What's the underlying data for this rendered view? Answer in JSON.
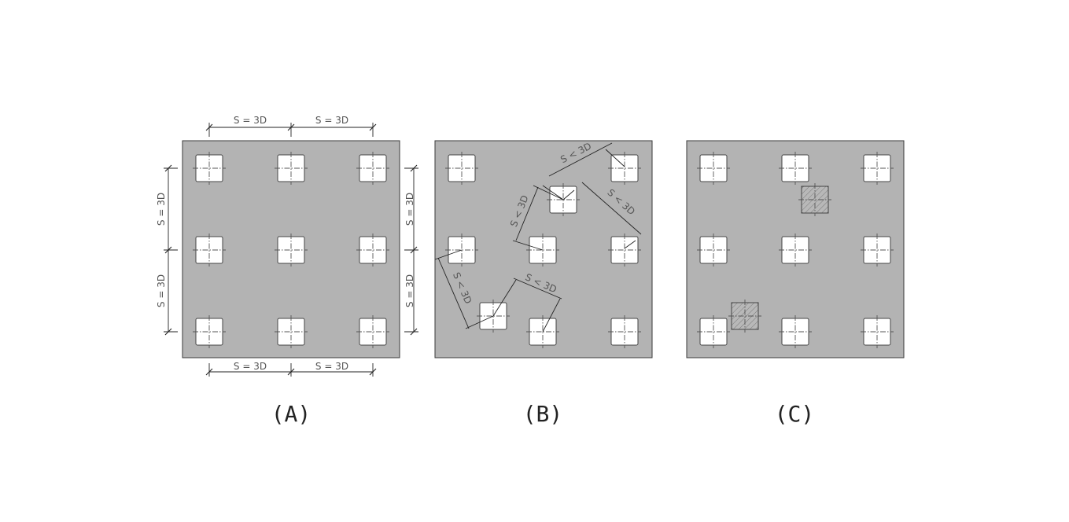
{
  "panels": [
    {
      "id": "A",
      "caption": "(A)"
    },
    {
      "id": "B",
      "caption": "(B)"
    },
    {
      "id": "C",
      "caption": "(C)"
    }
  ],
  "labels": {
    "spacing_equal": "S = 3D",
    "spacing_less": "S < 3D"
  },
  "colors": {
    "slab": "#b3b3b3",
    "pile": "#ffffff",
    "outline": "#3a3a3a"
  }
}
